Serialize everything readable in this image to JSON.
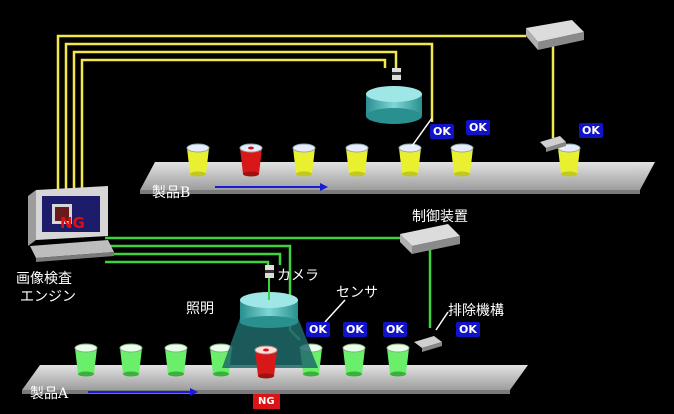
{
  "labels": {
    "product_b": "製品B",
    "product_a": "製品A",
    "control_device": "制御装置",
    "camera": "カメラ",
    "sensor": "センサ",
    "lighting": "照明",
    "reject_mechanism": "排除機構",
    "engine_line1": "画像検査",
    "engine_line2": "エンジン"
  },
  "badges": {
    "ok": "OK",
    "ng": "NG",
    "screen_ng": "NG"
  },
  "colors": {
    "background": "#000000",
    "wire_line_b": "#f2e84a",
    "wire_line_a": "#3fd23f",
    "belt": "#c9c9c9",
    "cup_yellow": "#e8f030",
    "cup_green": "#6aef6a",
    "cup_reject": "#d81818",
    "ok_badge": "#1212c8",
    "ng_badge": "#d91414",
    "direction_arrow": "#1a1ad8"
  }
}
